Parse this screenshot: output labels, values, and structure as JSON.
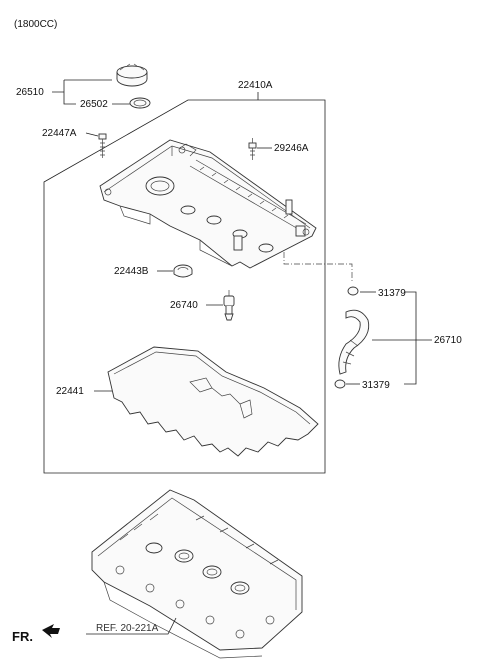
{
  "header": {
    "engine": "(1800CC)"
  },
  "labels": {
    "p26510": "26510",
    "p26502": "26502",
    "p22410A": "22410A",
    "p22447A": "22447A",
    "p29246A": "29246A",
    "p22443B": "22443B",
    "p26740": "26740",
    "p31379_top": "31379",
    "p26710": "26710",
    "p31379_bottom": "31379",
    "p22441": "22441"
  },
  "footer": {
    "direction": "FR.",
    "reference": "REF. 20-221A"
  }
}
